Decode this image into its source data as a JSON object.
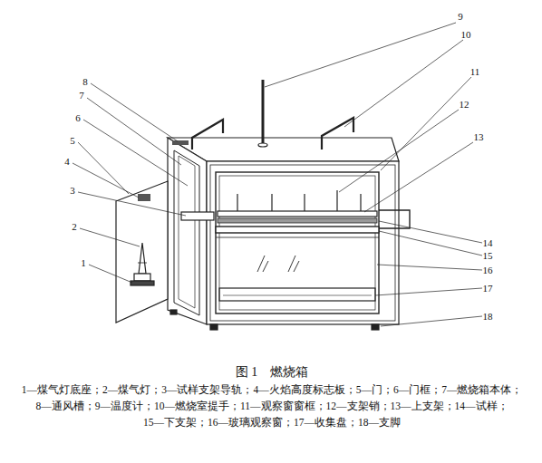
{
  "diagram": {
    "caption": "图 1　燃烧箱",
    "labels": [
      "1",
      "2",
      "3",
      "4",
      "5",
      "6",
      "7",
      "8",
      "9",
      "10",
      "11",
      "12",
      "13",
      "14",
      "15",
      "16",
      "17",
      "18",
      "1—煤气灯底座；2—煤气灯；3—试样支架导轨；4—火焰高度标志板；5—门；6—门框；7—燃烧箱本体；",
      "8—通风槽；9—温度计；10—燃烧室提手；11—观察窗窗框；12—支架销；13—上支架；14—试样；",
      "15—下支架；16—玻璃观察窗；17—收集盘；18—支脚"
    ]
  }
}
